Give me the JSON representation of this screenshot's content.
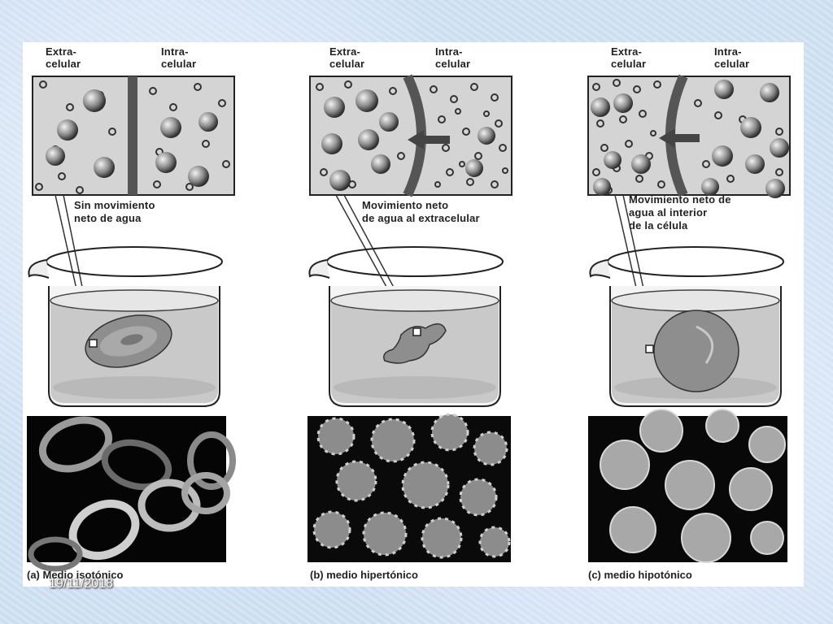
{
  "slide": {
    "date": "19/11/2018",
    "panels": [
      {
        "extra_label": "Extra-\ncelular",
        "intra_label": "Intra-\ncelular",
        "movement_text": "Sin movimiento\nneto de agua",
        "caption": "(a) Medio isotónico"
      },
      {
        "extra_label": "Extra-\ncelular",
        "intra_label": "Intra-\ncelular",
        "movement_text": "Movimiento neto\nde agua al extracelular",
        "caption": "(b) medio hipertónico"
      },
      {
        "extra_label": "Extra-\ncelular",
        "intra_label": "Intra-\ncelular",
        "movement_text": "Movimiento neto de\nagua al interior\nde la célula",
        "caption": "(c) medio hipotónico"
      }
    ]
  }
}
